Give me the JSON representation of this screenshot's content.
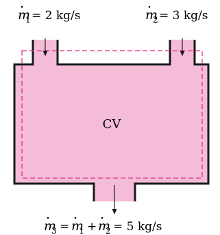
{
  "inlet_1": {
    "symbol": "m",
    "subscript": "1",
    "value": "= 2 kg/s"
  },
  "inlet_2": {
    "symbol": "m",
    "subscript": "2",
    "value": "= 3 kg/s"
  },
  "cv_label": "CV",
  "outlet_3": {
    "lhs_symbol": "m",
    "lhs_subscript": "3",
    "eq1": "=",
    "t1_symbol": "m",
    "t1_subscript": "1",
    "plus": "+",
    "t2_symbol": "m",
    "t2_subscript": "2",
    "value": "= 5 kg/s"
  },
  "colors": {
    "fill": "#f4bcd6",
    "wall": "#1a1a1a",
    "boundary": "#e02f8a"
  }
}
